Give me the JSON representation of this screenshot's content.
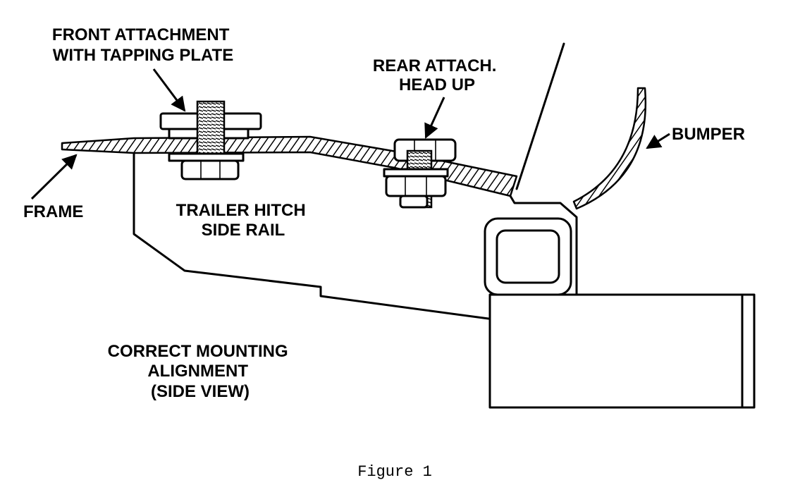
{
  "labels": {
    "front_attachment_line1": "FRONT ATTACHMENT",
    "front_attachment_line2": "WITH TAPPING PLATE",
    "rear_attach_line1": "REAR ATTACH.",
    "rear_attach_line2": "HEAD UP",
    "bumper": "BUMPER",
    "frame": "FRAME",
    "side_rail_line1": "TRAILER HITCH",
    "side_rail_line2": "SIDE RAIL",
    "alignment_line1": "CORRECT MOUNTING",
    "alignment_line2": "ALIGNMENT",
    "alignment_line3": "(SIDE VIEW)"
  },
  "caption": "Figure 1"
}
